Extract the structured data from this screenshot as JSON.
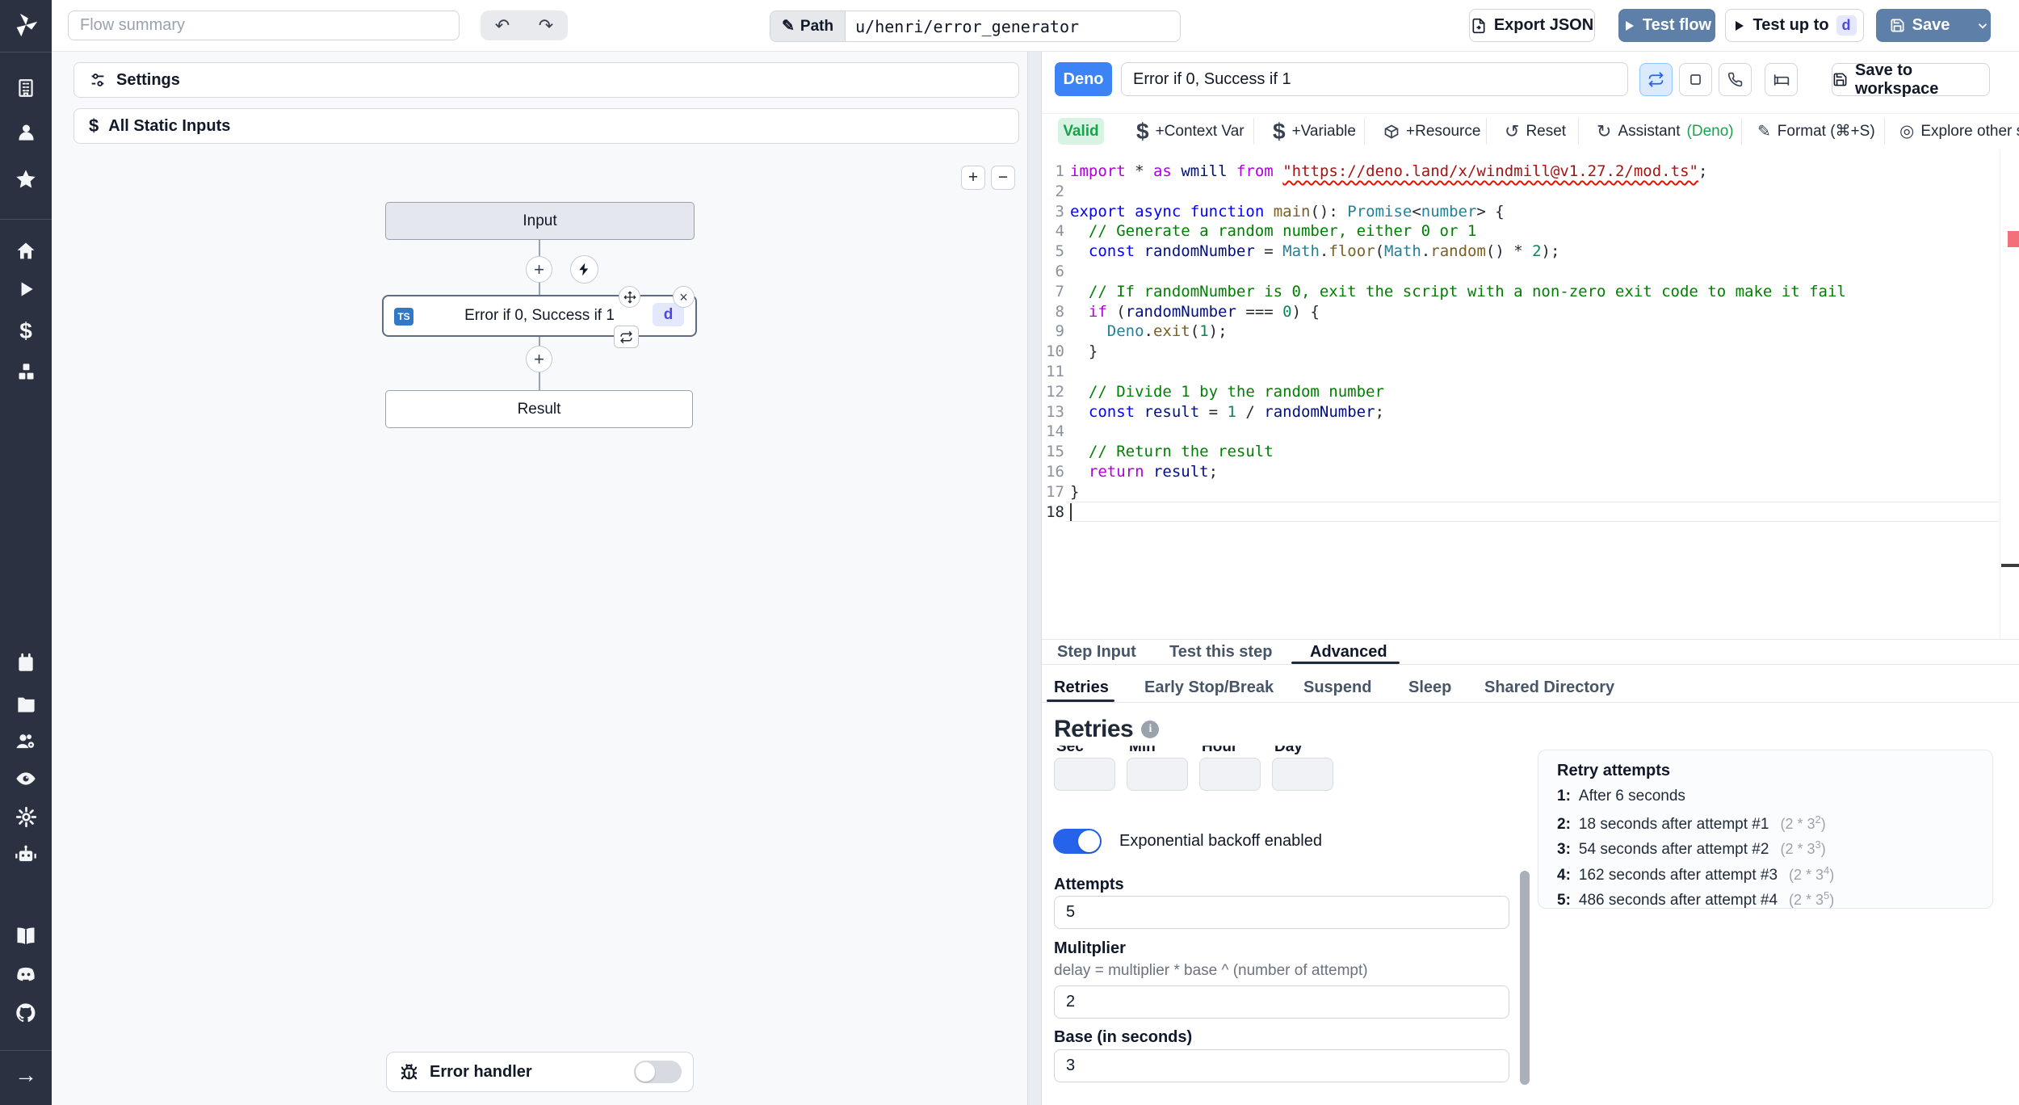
{
  "topbar": {
    "flow_summary_placeholder": "Flow summary",
    "path_label": "Path",
    "path_value": "u/henri/error_generator",
    "export_json_label": "Export JSON",
    "test_flow_label": "Test flow",
    "test_up_to_label": "Test up to",
    "test_up_to_badge": "d",
    "save_label": "Save"
  },
  "sidebar": {
    "items": [
      "building",
      "user",
      "star",
      "home",
      "play",
      "dollar",
      "boxes",
      "calendar",
      "folder",
      "users-cog",
      "eye",
      "gear",
      "robot",
      "book",
      "discord",
      "github",
      "arrow-right"
    ]
  },
  "flow_panel": {
    "settings_label": "Settings",
    "static_inputs_label": "All Static Inputs",
    "zoom_in": "+",
    "zoom_out": "−",
    "input_node": "Input",
    "step_node": {
      "lang_badge": "TS",
      "label": "Error if 0, Success if 1",
      "id_badge": "d"
    },
    "result_node": "Result",
    "error_handler_label": "Error handler"
  },
  "editor": {
    "lang_badge": "Deno",
    "title": "Error if 0, Success if 1",
    "save_to_workspace_label": "Save to workspace",
    "valid_badge": "Valid",
    "toolbar": [
      {
        "icon": "dollar",
        "label": "+Context Var"
      },
      {
        "icon": "dollar",
        "label": "+Variable"
      },
      {
        "icon": "cube",
        "label": "+Resource"
      },
      {
        "icon": "reset",
        "label": "Reset"
      },
      {
        "icon": "assistant",
        "label": "Assistant ",
        "accent": "(Deno)"
      },
      {
        "icon": "format",
        "label": "Format (⌘+S)"
      },
      {
        "icon": "explore",
        "label": "Explore other s"
      }
    ],
    "code_lines": [
      [
        [
          "c",
          "import"
        ],
        [
          "p",
          " * "
        ],
        [
          "c",
          "as"
        ],
        [
          "p",
          " "
        ],
        [
          "v",
          "wmill"
        ],
        [
          "p",
          " "
        ],
        [
          "c",
          "from"
        ],
        [
          "p",
          " "
        ],
        [
          "s sq",
          "\"https://deno.land/x/windmill@v1.27.2/mod.ts\""
        ],
        [
          "p",
          ";"
        ]
      ],
      [],
      [
        [
          "k",
          "export"
        ],
        [
          "p",
          " "
        ],
        [
          "k",
          "async"
        ],
        [
          "p",
          " "
        ],
        [
          "k",
          "function"
        ],
        [
          "p",
          " "
        ],
        [
          "f",
          "main"
        ],
        [
          "p",
          "(): "
        ],
        [
          "t",
          "Promise"
        ],
        [
          "p",
          "<"
        ],
        [
          "t",
          "number"
        ],
        [
          "p",
          "> {"
        ]
      ],
      [
        [
          "m",
          "  // Generate a random number, either 0 or 1"
        ]
      ],
      [
        [
          "p",
          "  "
        ],
        [
          "k",
          "const"
        ],
        [
          "p",
          " "
        ],
        [
          "v",
          "randomNumber"
        ],
        [
          "p",
          " = "
        ],
        [
          "t",
          "Math"
        ],
        [
          "p",
          "."
        ],
        [
          "f",
          "floor"
        ],
        [
          "p",
          "("
        ],
        [
          "t",
          "Math"
        ],
        [
          "p",
          "."
        ],
        [
          "f",
          "random"
        ],
        [
          "p",
          "() * "
        ],
        [
          "n",
          "2"
        ],
        [
          "p",
          ");"
        ]
      ],
      [],
      [
        [
          "m",
          "  // If randomNumber is 0, exit the script with a non-zero exit code to make it fail"
        ]
      ],
      [
        [
          "p",
          "  "
        ],
        [
          "c",
          "if"
        ],
        [
          "p",
          " ("
        ],
        [
          "v",
          "randomNumber"
        ],
        [
          "p",
          " === "
        ],
        [
          "n",
          "0"
        ],
        [
          "p",
          ") {"
        ]
      ],
      [
        [
          "p",
          "    "
        ],
        [
          "t",
          "Deno"
        ],
        [
          "p",
          "."
        ],
        [
          "f",
          "exit"
        ],
        [
          "p",
          "("
        ],
        [
          "n",
          "1"
        ],
        [
          "p",
          ");"
        ]
      ],
      [
        [
          "p",
          "  }"
        ]
      ],
      [],
      [
        [
          "m",
          "  // Divide 1 by the random number"
        ]
      ],
      [
        [
          "p",
          "  "
        ],
        [
          "k",
          "const"
        ],
        [
          "p",
          " "
        ],
        [
          "v",
          "result"
        ],
        [
          "p",
          " = "
        ],
        [
          "n",
          "1"
        ],
        [
          "p",
          " / "
        ],
        [
          "v",
          "randomNumber"
        ],
        [
          "p",
          ";"
        ]
      ],
      [],
      [
        [
          "m",
          "  // Return the result"
        ]
      ],
      [
        [
          "p",
          "  "
        ],
        [
          "c",
          "return"
        ],
        [
          "p",
          " "
        ],
        [
          "v",
          "result"
        ],
        [
          "p",
          ";"
        ]
      ],
      [
        [
          "p",
          "}"
        ]
      ],
      []
    ]
  },
  "tabs": {
    "main": [
      "Step Input",
      "Test this step",
      "Advanced"
    ],
    "main_active": 2,
    "sub": [
      "Retries",
      "Early Stop/Break",
      "Suspend",
      "Sleep",
      "Shared Directory"
    ],
    "sub_active": 0
  },
  "retries": {
    "heading": "Retries",
    "time_labels": [
      "Sec",
      "Min",
      "Hour",
      "Day"
    ],
    "backoff_label": "Exponential backoff enabled",
    "backoff_enabled": true,
    "attempts_label": "Attempts",
    "attempts_value": "5",
    "multiplier_label": "Mulitplier",
    "multiplier_help": "delay = multiplier * base ^ (number of attempt)",
    "multiplier_value": "2",
    "base_label": "Base (in seconds)",
    "base_value": "3",
    "panel_title": "Retry attempts",
    "attempts": [
      {
        "n": "1:",
        "text": "After 6 seconds",
        "formula": null,
        "exp": null
      },
      {
        "n": "2:",
        "text": "18 seconds after attempt #1",
        "formula": "(2 * 3",
        "exp": "2"
      },
      {
        "n": "3:",
        "text": "54 seconds after attempt #2",
        "formula": "(2 * 3",
        "exp": "3"
      },
      {
        "n": "4:",
        "text": "162 seconds after attempt #3",
        "formula": "(2 * 3",
        "exp": "4"
      },
      {
        "n": "5:",
        "text": "486 seconds after attempt #4",
        "formula": "(2 * 3",
        "exp": "5"
      }
    ]
  },
  "colors": {
    "primary_button": "#5e7fa7",
    "deno_badge": "#3c83f6",
    "valid_bg": "#d8f3e3",
    "valid_text": "#16a34a",
    "toggle_on": "#2563eb",
    "ts_badge": "#3178c6",
    "id_badge_bg": "#e3e8fd",
    "id_badge_text": "#4f46e5",
    "sidebar_bg": "#2b3141"
  }
}
